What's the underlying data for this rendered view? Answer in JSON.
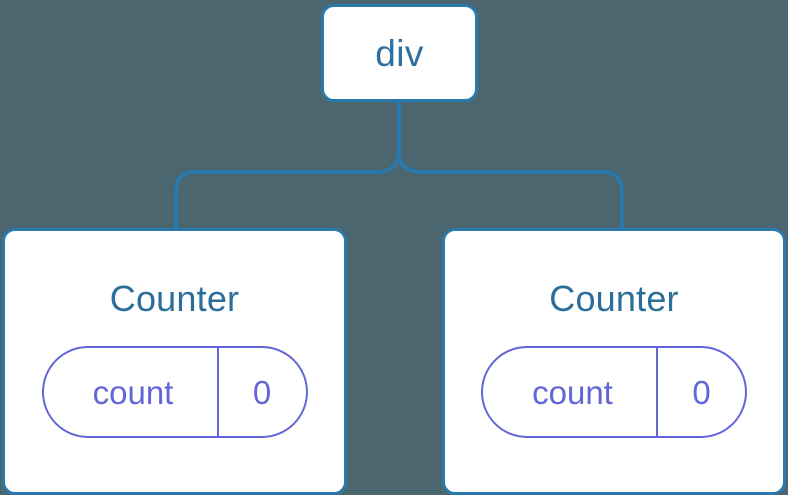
{
  "diagram": {
    "type": "component-tree",
    "background_color": "#4C6670",
    "connector_color": "#2A79AC",
    "node_border_color": "#2A79AC",
    "node_label_color": "#2E6F9E",
    "pill_color": "#6366D6",
    "root": {
      "label": "div"
    },
    "children": [
      {
        "title": "Counter",
        "state": {
          "key": "count",
          "value": "0"
        }
      },
      {
        "title": "Counter",
        "state": {
          "key": "count",
          "value": "0"
        }
      }
    ]
  }
}
